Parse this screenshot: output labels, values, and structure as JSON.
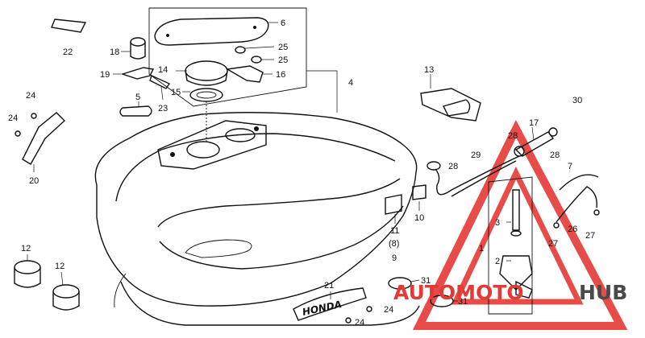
{
  "callouts": [
    {
      "id": "c22",
      "text": "22"
    },
    {
      "id": "c6",
      "text": "6"
    },
    {
      "id": "c25a",
      "text": "25"
    },
    {
      "id": "c25b",
      "text": "25"
    },
    {
      "id": "c18",
      "text": "18"
    },
    {
      "id": "c14",
      "text": "14"
    },
    {
      "id": "c19",
      "text": "19"
    },
    {
      "id": "c16",
      "text": "16"
    },
    {
      "id": "c15",
      "text": "15"
    },
    {
      "id": "c23",
      "text": "23"
    },
    {
      "id": "c4",
      "text": "4"
    },
    {
      "id": "c5",
      "text": "5"
    },
    {
      "id": "c24a",
      "text": "24"
    },
    {
      "id": "c24b",
      "text": "24"
    },
    {
      "id": "c20",
      "text": "20"
    },
    {
      "id": "c13",
      "text": "13"
    },
    {
      "id": "c30",
      "text": "30"
    },
    {
      "id": "c17",
      "text": "17"
    },
    {
      "id": "c28a",
      "text": "28"
    },
    {
      "id": "c28b",
      "text": "28"
    },
    {
      "id": "c28c",
      "text": "28"
    },
    {
      "id": "c29",
      "text": "29"
    },
    {
      "id": "c7",
      "text": "7"
    },
    {
      "id": "c10",
      "text": "10"
    },
    {
      "id": "c11",
      "text": "11"
    },
    {
      "id": "c8",
      "text": "(8)"
    },
    {
      "id": "c9",
      "text": "9"
    },
    {
      "id": "c3",
      "text": "3"
    },
    {
      "id": "c1",
      "text": "1"
    },
    {
      "id": "c2",
      "text": "2"
    },
    {
      "id": "c26",
      "text": "26"
    },
    {
      "id": "c27a",
      "text": "27"
    },
    {
      "id": "c27b",
      "text": "27"
    },
    {
      "id": "c12a",
      "text": "12"
    },
    {
      "id": "c12b",
      "text": "12"
    },
    {
      "id": "c21",
      "text": "21"
    },
    {
      "id": "c31a",
      "text": "31"
    },
    {
      "id": "c31b",
      "text": "31"
    },
    {
      "id": "c24c",
      "text": "24"
    },
    {
      "id": "c24d",
      "text": "24"
    }
  ],
  "emblem_text": "HONDA",
  "watermark": {
    "part1": "AUTOMOTO",
    "part2": "HUB",
    "red": "#e53935",
    "gray": "#4a4a4a"
  }
}
